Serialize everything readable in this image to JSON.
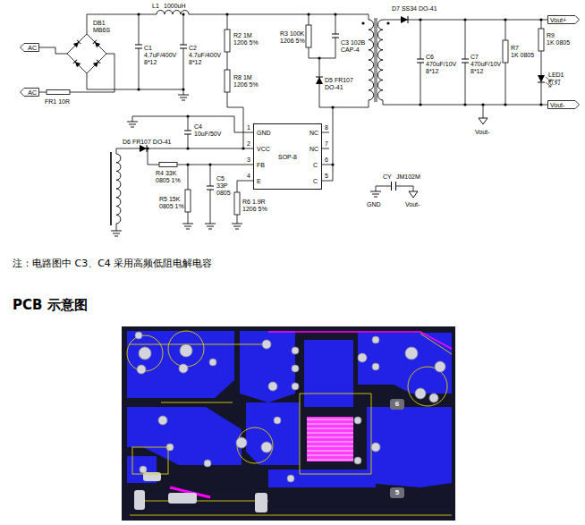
{
  "diagram": {
    "nodes": [
      {
        "text": [
          "AC"
        ]
      },
      {
        "text": [
          "AC"
        ]
      },
      {
        "text": [
          "Vout+"
        ]
      },
      {
        "text": [
          "Vout-"
        ]
      },
      {
        "text": [
          "SOP-8"
        ]
      },
      {
        "text": [
          "6"
        ]
      },
      {
        "text": [
          "5"
        ]
      }
    ],
    "labels": [
      "DB1",
      "MB6S",
      "L1",
      "1000uH",
      "C1",
      "4.7uF/400V",
      "8*12",
      "C2",
      "4.7uF/400V",
      "8*12",
      "R2 1M",
      "1206 5%",
      "R8 1M",
      "1206 5%",
      "R3 100K",
      "1206 5%",
      "C3 102B",
      "CAP-4",
      "D5 FR107",
      "DO-41",
      "D7 SS34 DO-41",
      "C6",
      "470uF/10V",
      "8*12",
      "C7",
      "470uF/10V",
      "8*12",
      "R7",
      "1K 0805",
      "R9",
      "1K 0805",
      "LED1",
      "红灯",
      "Vout-",
      "C4",
      "10uF/50V",
      "D6 FR107 DO-41",
      "R4 33K",
      "0805 1%",
      "R5 15K",
      "0805 1%",
      "C5",
      "33P",
      "0805",
      "R6 1.9R",
      "1206 5%",
      "CY",
      "JM102M",
      "GND",
      "Vout-",
      "FR1 10R",
      "1",
      "2",
      "3",
      "4",
      "8",
      "7",
      "6",
      "5",
      "GND",
      "VCC",
      "FB",
      "E",
      "NC",
      "NC",
      "C",
      "C",
      "注：电路图中 C3、C4 采用高频低阻电解电容",
      "PCB 示意图"
    ]
  }
}
